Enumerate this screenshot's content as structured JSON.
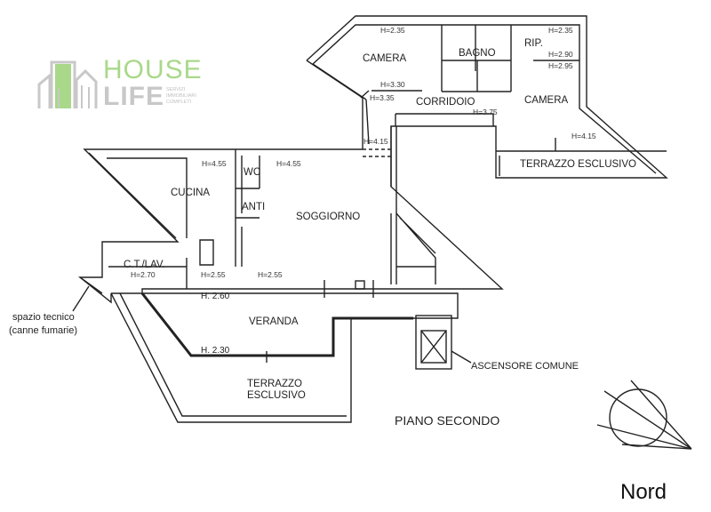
{
  "logo": {
    "line1": "HOUSE",
    "line2": "LIFE",
    "tagline": [
      "SERVIZI",
      "IMMOBILIARI",
      "COMPLETI"
    ],
    "green": "#a9d88a",
    "grey": "#c8c8c8"
  },
  "rooms": {
    "camera1": "CAMERA",
    "bagno": "BAGNO",
    "rip": "RIP.",
    "corridoio": "CORRIDOIO",
    "camera2": "CAMERA",
    "terrazzo_top": "TERRAZZO ESCLUSIVO",
    "wc": "WC",
    "cucina": "CUCINA",
    "anti": "ANTI",
    "soggiorno": "SOGGIORNO",
    "ct_lav": "C.T./LAV.",
    "veranda": "VERANDA",
    "terrazzo_bottom_1": "TERRAZZO",
    "terrazzo_bottom_2": "ESCLUSIVO"
  },
  "heights": {
    "h1": "H=2.35",
    "h2": "H=2.35",
    "h3": "H=2.90",
    "h4": "H=2.95",
    "h5": "H=3.30",
    "h6": "H=3.35",
    "h7": "H=3.75",
    "h8": "H=4.15",
    "h9": "H=4.15",
    "h10": "H=4.55",
    "h11": "H=4.55",
    "h12": "H=2.70",
    "h13": "H=2.55",
    "h14": "H=2.55",
    "h15": "H. 2.60",
    "h16": "H. 2.30"
  },
  "annotations": {
    "spazio1": "spazio tecnico",
    "spazio2": "(canne fumarie)",
    "ascensore": "ASCENSORE COMUNE",
    "piano": "PIANO SECONDO",
    "nord": "Nord"
  }
}
